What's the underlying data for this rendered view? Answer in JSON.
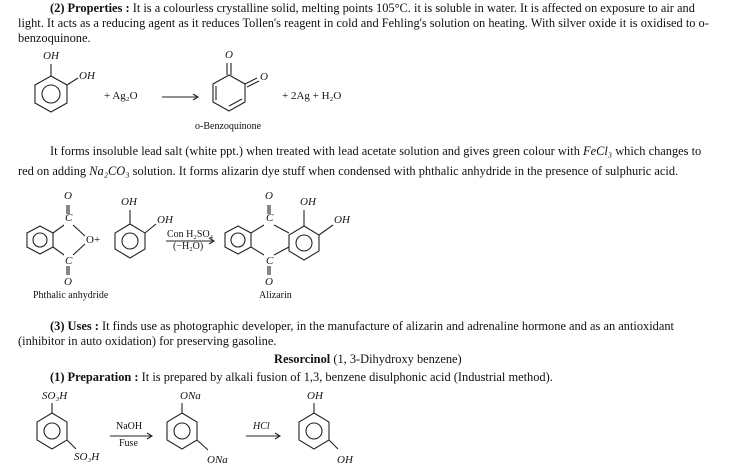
{
  "sec2": {
    "line1_bold": "(2) Properties :",
    "line1": " It is a colourless crystalline solid, melting points 105°C. it is soluble in water. It is affected on exposure to air and",
    "line2": "light. It acts as a reducing agent as it reduces Tollen's reagent in cold and Fehling's solution on heating. With silver oxide it is oxidised to o-",
    "line3": "benzoquinone."
  },
  "eq1": {
    "oh1": "OH",
    "oh2": "OH",
    "reagent": "+ Ag₂O",
    "o_top": "O",
    "o_right": "O",
    "products": "+ 2Ag + H₂O",
    "caption": "o-Benzoquinone"
  },
  "para2": {
    "line1": "It forms insoluble lead salt (white ppt.) when treated with lead acetate solution and gives green colour with",
    "fecl3": "FeCl₃",
    "line1_end": " which changes to",
    "line2_a": "red on adding",
    "na2co3": "Na₂CO₃",
    "line2_b": " solution. It forms alizarin dye stuff when condensed with phthalic anhydride in the presence of sulphuric acid."
  },
  "eq2": {
    "o_top": "O",
    "c_top": "C",
    "o_ring": "O+",
    "c_bot": "C",
    "o_bot": "O",
    "oh_a": "OH",
    "oh_b": "OH",
    "cond1": "Con H₂SO₄",
    "cond2": "(−H₂O)",
    "o_top2": "O",
    "c_top2": "C",
    "c_bot2": "C",
    "o_bot2": "O",
    "oh_c": "OH",
    "oh_d": "OH",
    "caption_left": "Phthalic anhydride",
    "caption_right": "Alizarin"
  },
  "sec3": {
    "line1_bold": "(3) Uses :",
    "line1": " It finds use as photographic developer, in the manufacture of alizarin and adrenaline hormone and as an antioxidant",
    "line2": "(inhibitor in auto oxidation) for preserving gasoline."
  },
  "resorcinol": {
    "title": "Resorcinol",
    "subtitle": " (1, 3-Dihydroxy benzene)"
  },
  "prep": {
    "line_bold": "(1) Preparation :",
    "line": " It is prepared by alkali fusion of 1,3, benzene disulphonic acid (Industrial method)."
  },
  "eq3": {
    "so3h_top": "SO₃H",
    "so3h_bot": "SO₃H",
    "naoh": "NaOH",
    "fuse": "Fuse",
    "ona_top": "ONa",
    "ona_bot": "ONa",
    "hcl": "HCl",
    "oh_top": "OH",
    "oh_bot": "OH"
  }
}
